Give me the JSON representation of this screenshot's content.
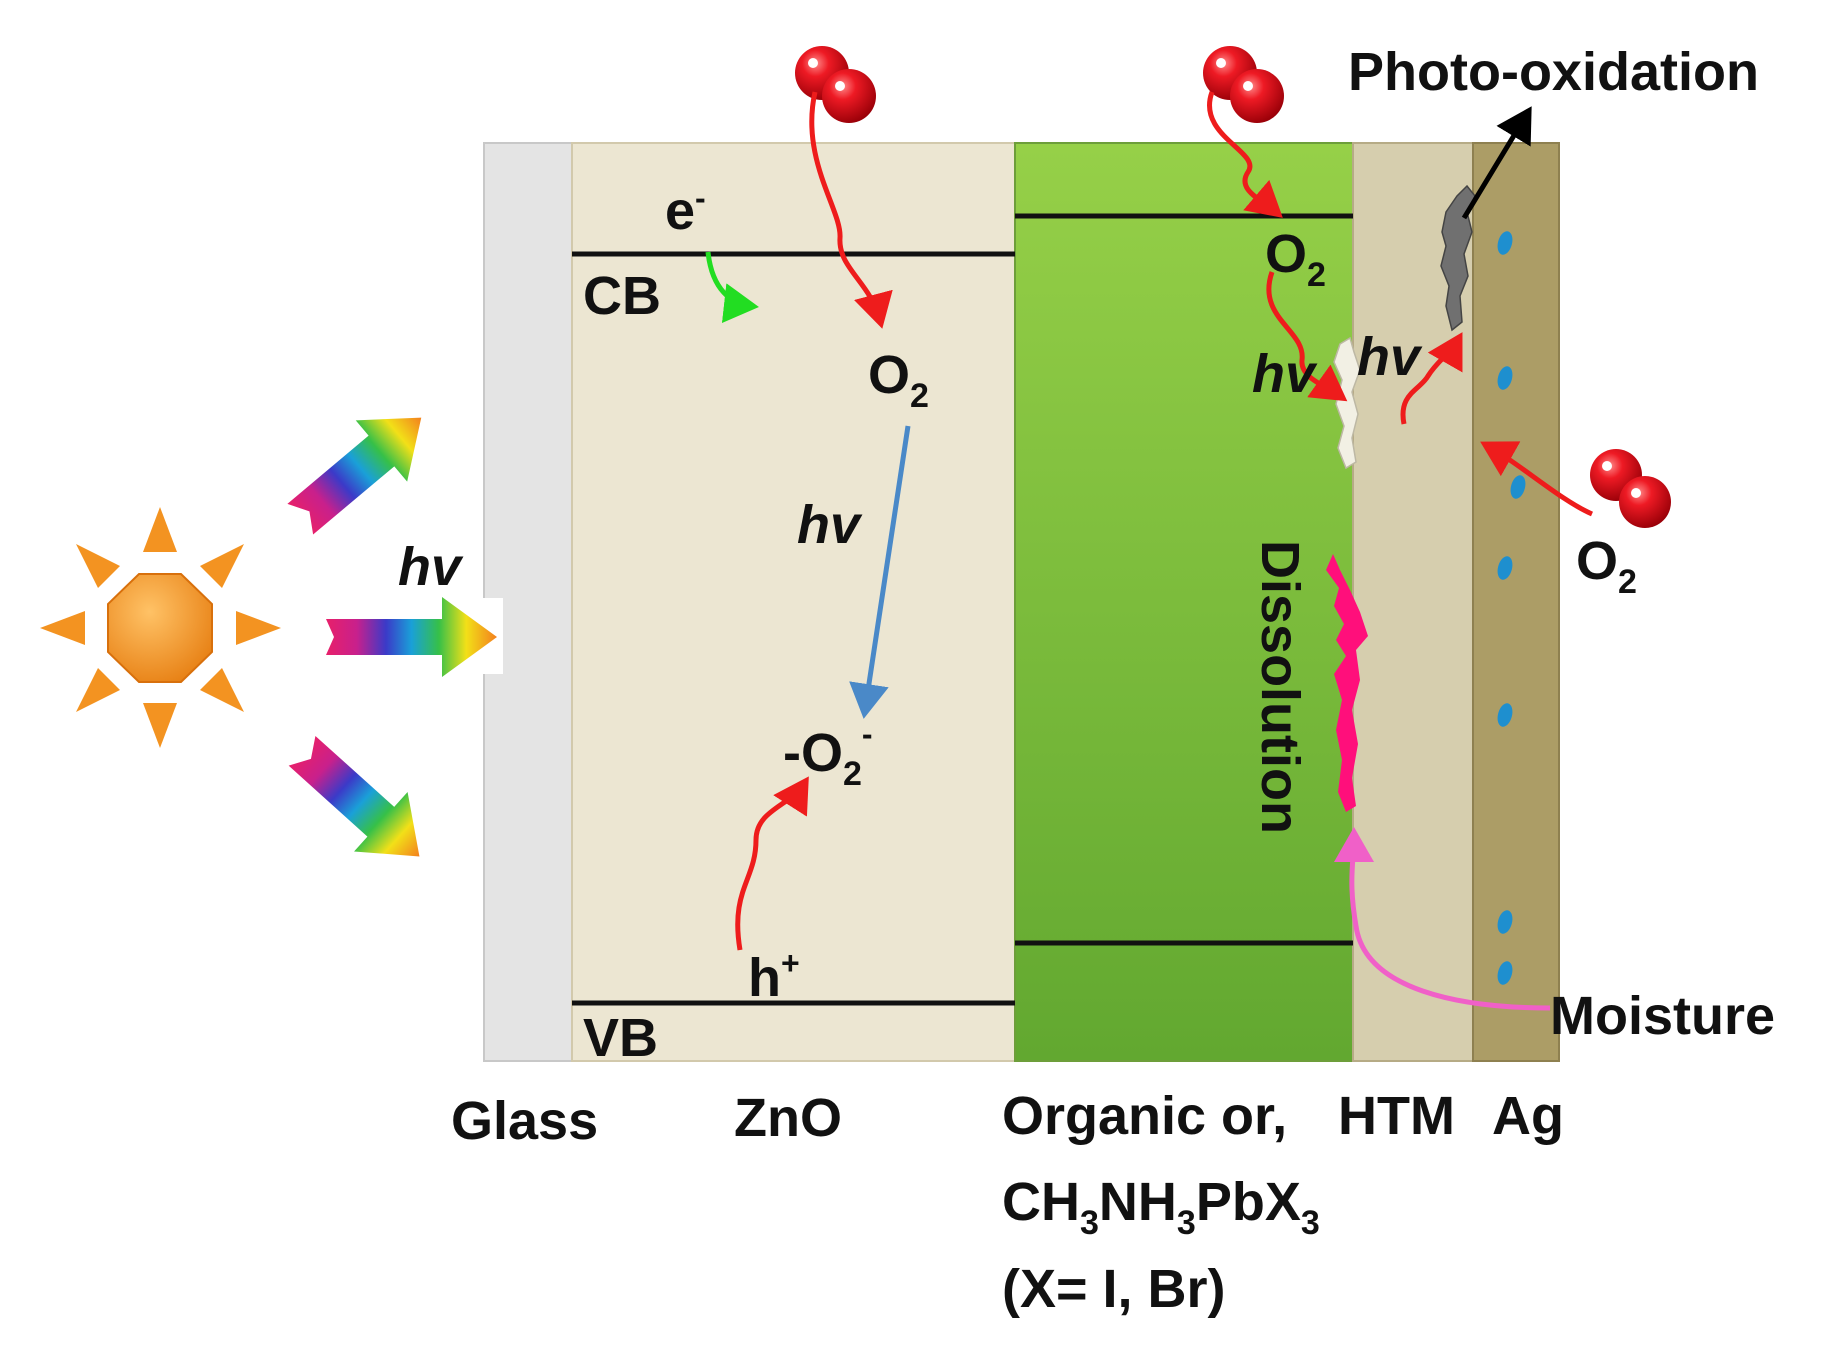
{
  "layers": {
    "glass": "Glass",
    "zno": "ZnO",
    "absorber_line1": "Organic or,",
    "absorber_line2_parts": [
      "CH",
      "3",
      "NH",
      "3",
      "PbX",
      "3"
    ],
    "absorber_line3": "(X= I, Br)",
    "htm": "HTM",
    "ag": "Ag"
  },
  "bands": {
    "cb": "CB",
    "vb": "VB",
    "electron": "e",
    "electron_charge": "-",
    "hole": "h",
    "hole_charge": "+"
  },
  "species": {
    "oxygen": "O",
    "oxygen_sub": "2",
    "superoxide_prefix": "-O",
    "superoxide_sub": "2",
    "superoxide_charge": "-"
  },
  "light": {
    "hv": "hv"
  },
  "processes": {
    "photo_oxidation": "Photo-oxidation",
    "dissolution": "Dissolution",
    "moisture": "Moisture"
  },
  "colors": {
    "glass": "#e4e4e4",
    "zno": "#ece6d2",
    "absorber_top": "#96d048",
    "absorber_bottom": "#62a830",
    "htm": "#d6ceae",
    "ag": "#ac9d66",
    "sun": "#f39321",
    "oxygen": "#e0101c",
    "red_arrow": "#ee1c1c",
    "green_arrow": "#22dd22",
    "blue_arrow": "#4a89c8",
    "black_arrow": "#000000",
    "moisture_arrow": "#f060c8",
    "dissolution_blob": "#ff0f7b",
    "defect_gray": "#707070",
    "defect_white": "#f2f0e4",
    "ag_dots": "#1e8fcf"
  }
}
